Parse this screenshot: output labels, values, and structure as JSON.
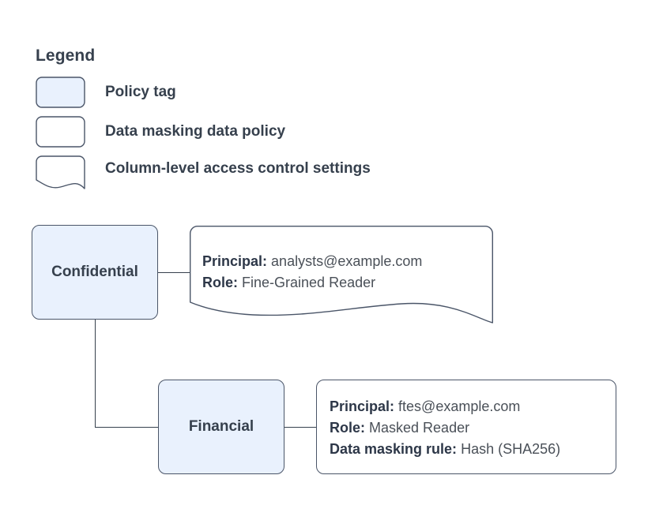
{
  "legend": {
    "title": "Legend",
    "items": [
      {
        "label": "Policy tag",
        "swatch": "rounded-rect-filled-icon",
        "fill": "#e9f1fd"
      },
      {
        "label": "Data masking data policy",
        "swatch": "rounded-rect-icon",
        "fill": "#ffffff"
      },
      {
        "label": "Column-level access control settings",
        "swatch": "document-wave-icon",
        "fill": "#ffffff"
      }
    ]
  },
  "diagram": {
    "nodes": [
      {
        "id": "confidential",
        "label": "Confidential",
        "fill": "#e9f1fd"
      },
      {
        "id": "financial",
        "label": "Financial",
        "fill": "#e9f1fd"
      }
    ],
    "cards": [
      {
        "id": "confidential-settings",
        "shape": "document-wave",
        "lines": [
          {
            "key": "Principal:",
            "value": "analysts@example.com"
          },
          {
            "key": "Role:",
            "value": "Fine-Grained Reader"
          }
        ]
      },
      {
        "id": "financial-policy",
        "shape": "rounded-rect",
        "lines": [
          {
            "key": "Principal:",
            "value": "ftes@example.com"
          },
          {
            "key": "Role:",
            "value": "Masked Reader"
          },
          {
            "key": "Data masking rule:",
            "value": "Hash (SHA256)"
          }
        ]
      }
    ]
  },
  "colors": {
    "stroke": "#4a5568",
    "text": "#36404d",
    "tag_fill": "#e9f1fd",
    "card_fill": "#ffffff",
    "background": "#ffffff"
  }
}
